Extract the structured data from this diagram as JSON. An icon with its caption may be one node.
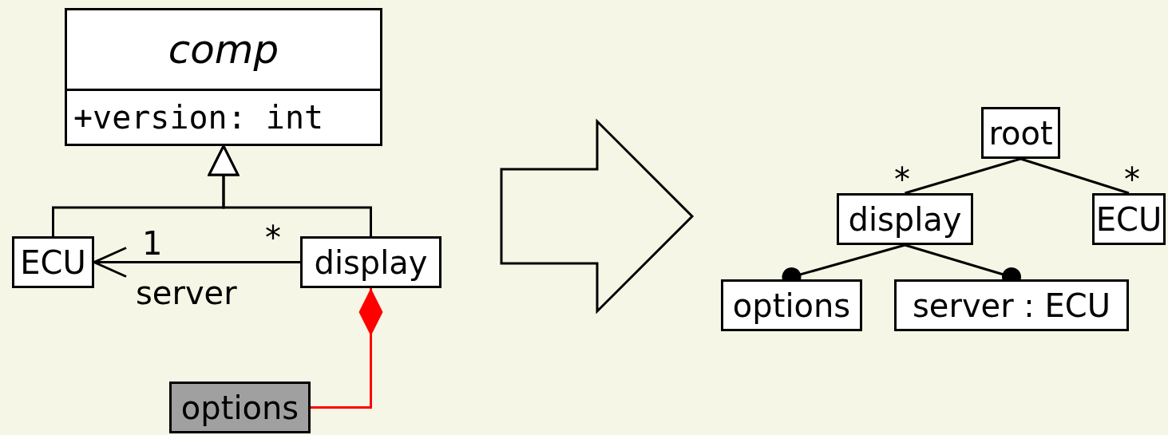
{
  "diagram": {
    "nodes": [
      {
        "text": [
          "comp",
          "+version: int"
        ]
      },
      {
        "text": [
          "ECU"
        ]
      },
      {
        "text": [
          "display"
        ]
      },
      {
        "text": [
          "options"
        ]
      },
      {
        "text": [
          "root"
        ]
      },
      {
        "text": [
          "display"
        ]
      },
      {
        "text": [
          "ECU"
        ]
      },
      {
        "text": [
          "options"
        ]
      },
      {
        "text": [
          "server : ECU"
        ]
      }
    ],
    "edges": [
      {
        "from": 1,
        "to": 0,
        "arrow": "to"
      },
      {
        "from": 2,
        "to": 0,
        "arrow": "to"
      },
      {
        "from": 2,
        "to": 1,
        "arrow": "to",
        "label": "server"
      },
      {
        "from": 3,
        "to": 2,
        "arrow": "other",
        "color": "#ff0000"
      },
      {
        "from": 4,
        "to": 5,
        "arrow": "none"
      },
      {
        "from": 4,
        "to": 6,
        "arrow": "none"
      },
      {
        "from": 5,
        "to": 7,
        "arrow": "other"
      },
      {
        "from": 5,
        "to": 8,
        "arrow": "other"
      }
    ],
    "labels": [
      "1",
      "*",
      "*",
      "*"
    ]
  }
}
